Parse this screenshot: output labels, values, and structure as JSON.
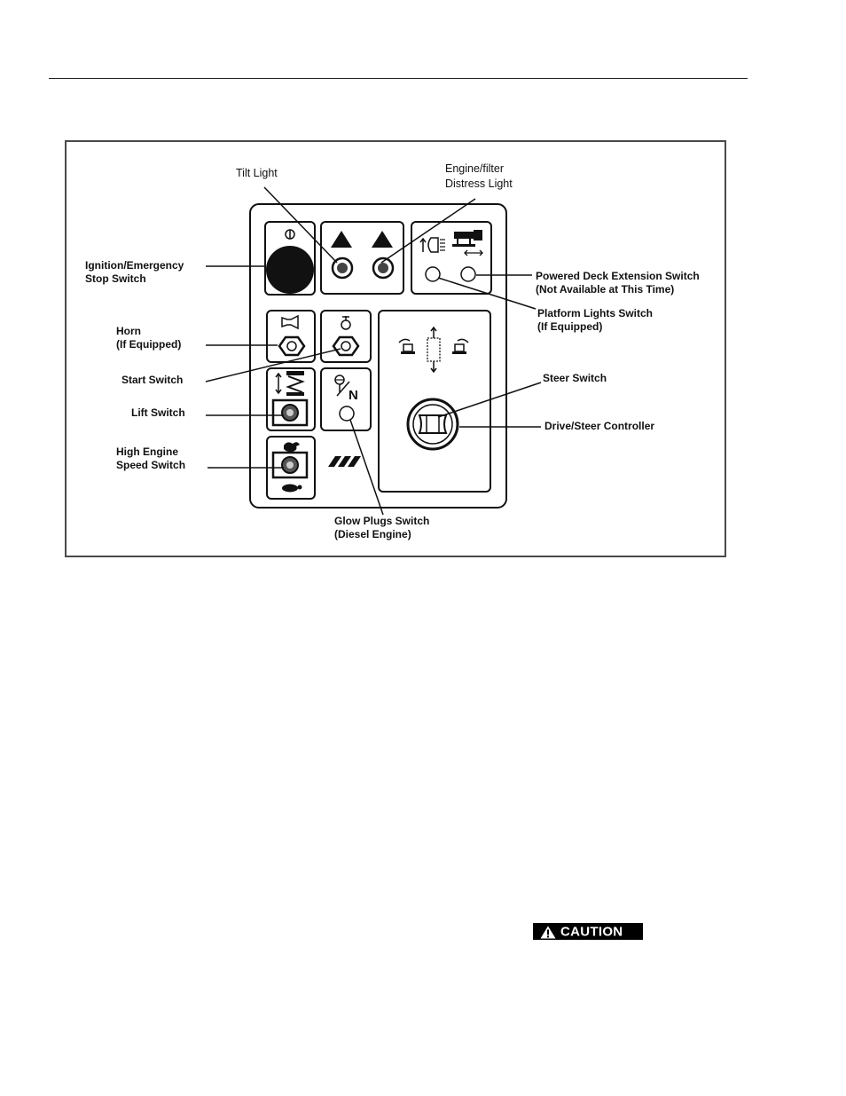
{
  "labels": {
    "tilt_light": "Tilt Light",
    "engine_filter": [
      "Engine/filter",
      "Distress Light"
    ],
    "ignition": [
      "Ignition/Emergency",
      "Stop Switch"
    ],
    "horn": [
      "Horn",
      "(If Equipped)"
    ],
    "start": "Start Switch",
    "lift": "Lift Switch",
    "high_engine": [
      "High Engine",
      "Speed Switch"
    ],
    "powered_deck": [
      "Powered Deck Extension Switch",
      "(Not Available at This Time)"
    ],
    "platform_lights": [
      "Platform Lights Switch",
      "(If Equipped)"
    ],
    "steer_switch": "Steer Switch",
    "drive_steer": "Drive/Steer Controller",
    "glow_plugs": [
      "Glow Plugs Switch",
      "(Diesel Engine)"
    ],
    "neutral_symbol": "N"
  },
  "caution": {
    "text": "CAUTION",
    "color": "#000000"
  },
  "icons": [
    "ignition-icon",
    "warning-triangle-icon",
    "horn-icon",
    "engine-icon",
    "lift-icon",
    "rabbit-icon",
    "turtle-icon",
    "steer-arrows-icon",
    "platform-light-icon",
    "deck-extension-icon",
    "jlg-logo-icon"
  ]
}
